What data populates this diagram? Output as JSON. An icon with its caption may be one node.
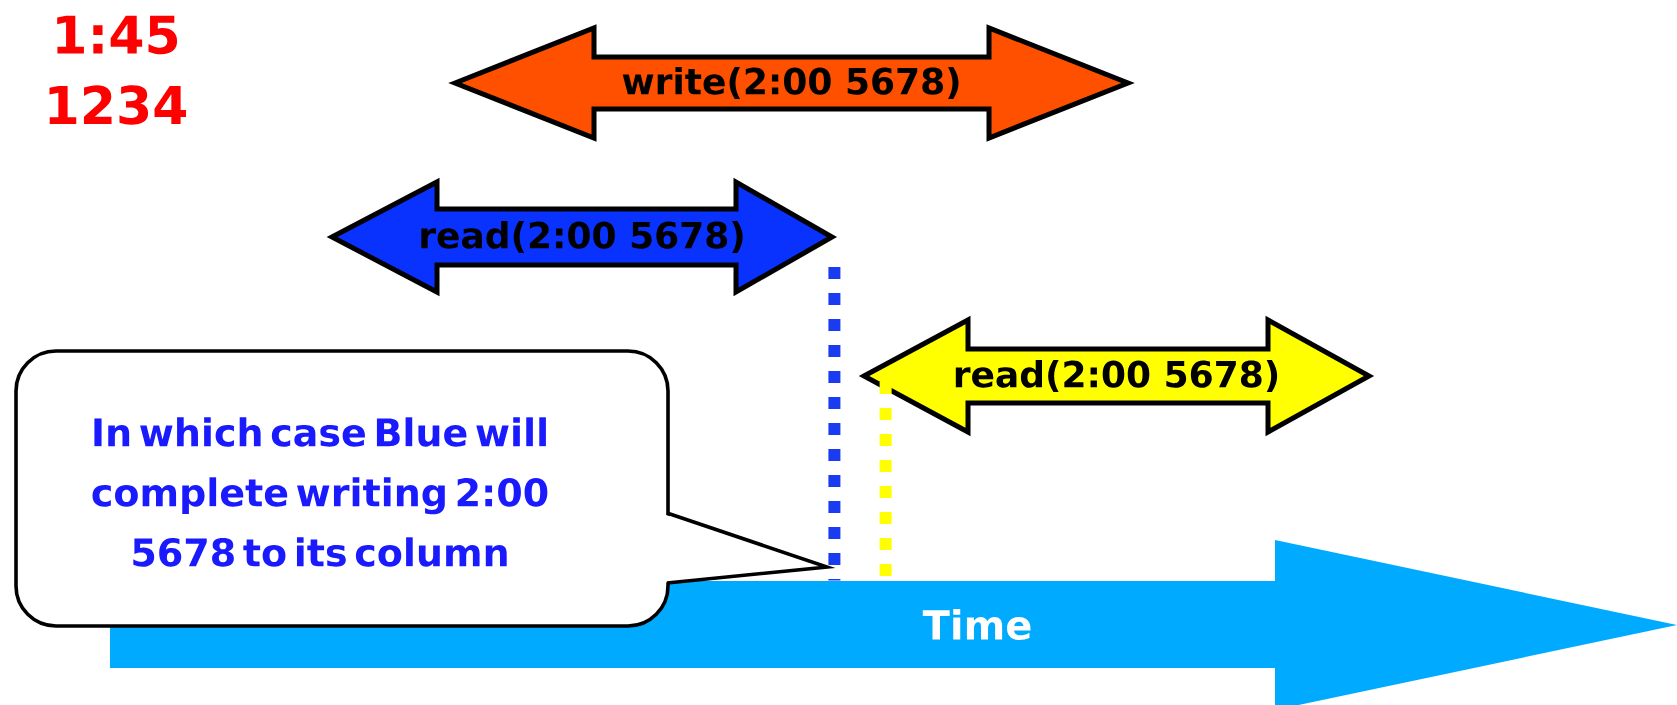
{
  "diagram": {
    "nodes": [
      {
        "text": [
          "write(2:00 5678)"
        ]
      },
      {
        "text": [
          "read(2:00 5678)"
        ]
      },
      {
        "text": [
          "read(2:00 5678)"
        ]
      },
      {
        "text": [
          "In which case Blue will complete writing 2:00 5678 to its column"
        ]
      },
      {
        "text": [
          "Time"
        ]
      }
    ],
    "edges": [
      {
        "from": 1,
        "to": 4,
        "arrow": "none",
        "style": "dashed",
        "color": "#1a3cf0"
      },
      {
        "from": 2,
        "to": 4,
        "arrow": "none",
        "style": "dashed",
        "color": "#ffff00"
      }
    ],
    "labels": [
      "1:45",
      "1234"
    ]
  }
}
